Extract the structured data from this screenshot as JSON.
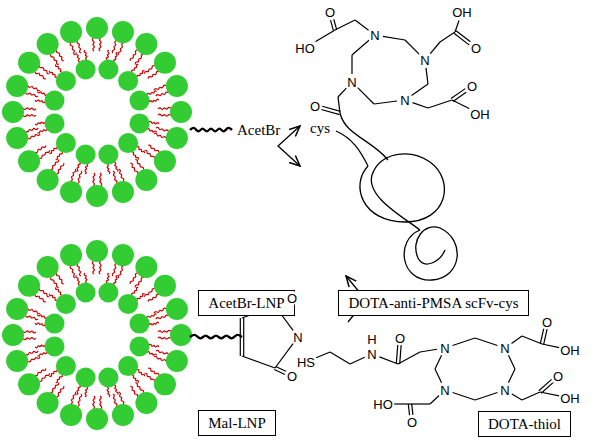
{
  "diagram": {
    "nodes": [
      {
        "text": [
          "AcetBr-LNP"
        ]
      },
      {
        "text": [
          "DOTA-anti-PMSA scFv-cys"
        ]
      },
      {
        "text": [
          "Mal-LNP"
        ]
      },
      {
        "text": [
          "DOTA-thiol"
        ]
      }
    ],
    "labels": [
      "AcetBr",
      "cys",
      "OH",
      "O",
      "N",
      "HO",
      "O",
      "N",
      "N",
      "N",
      "O",
      "O",
      "OH",
      "O",
      "N",
      "O",
      "HS",
      "H",
      "N",
      "O",
      "N",
      "N",
      "O",
      "OH",
      "N",
      "O",
      "OH",
      "N",
      "HO",
      "O"
    ]
  }
}
